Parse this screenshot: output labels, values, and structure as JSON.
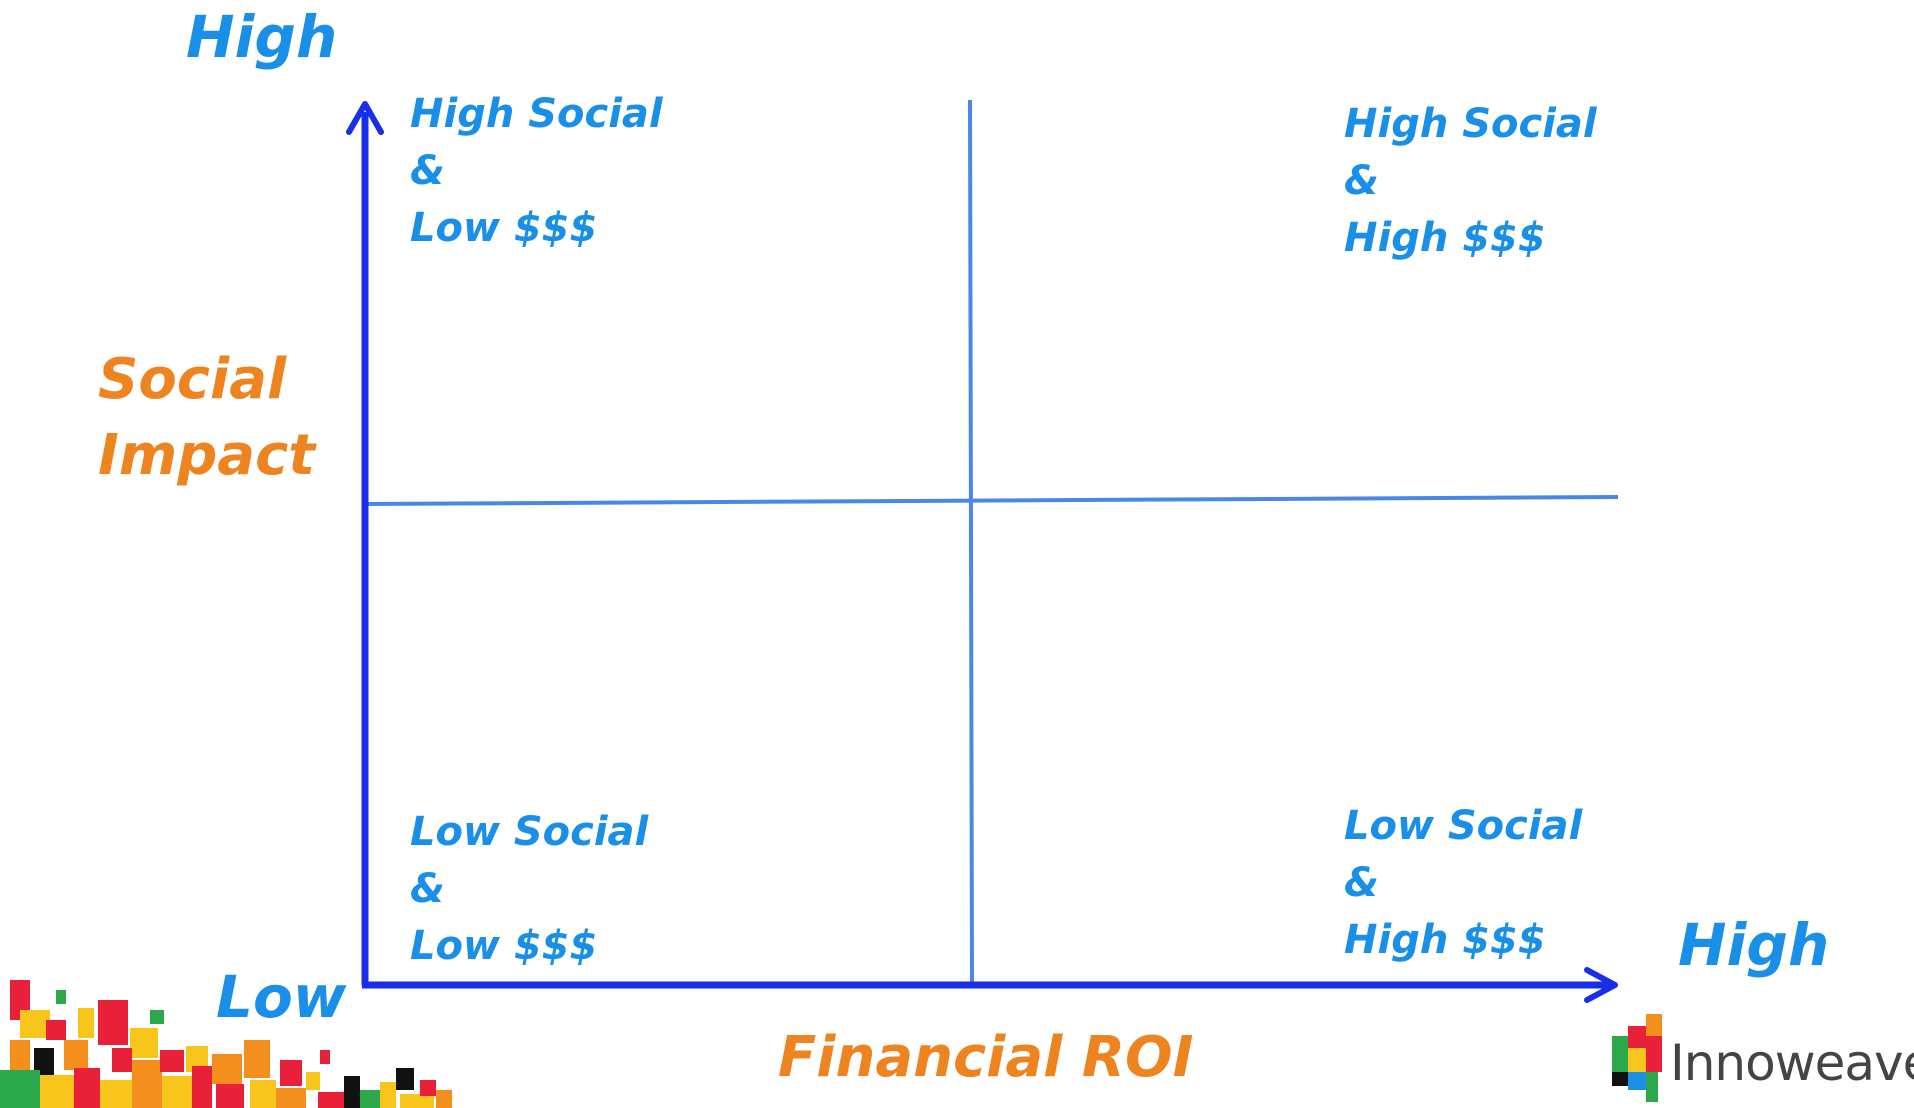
{
  "axes": {
    "y_high": "High",
    "y_title_line1": "Social",
    "y_title_line2": "Impact",
    "origin_low": "Low",
    "x_high": "High",
    "x_title": "Financial ROI"
  },
  "quadrants": {
    "top_left": [
      "High Social",
      "&",
      "Low $$$"
    ],
    "top_right": [
      "High Social",
      "&",
      "High $$$"
    ],
    "bottom_left": [
      "Low Social",
      "&",
      "Low $$$"
    ],
    "bottom_right": [
      "Low Social",
      "&",
      "High $$$"
    ]
  },
  "brand": {
    "name": "Innoweave"
  },
  "colors": {
    "axis": "#1a2eea",
    "divider": "#4a86e8",
    "label_blue": "#1a8fe8",
    "title_orange": "#ee8420"
  }
}
